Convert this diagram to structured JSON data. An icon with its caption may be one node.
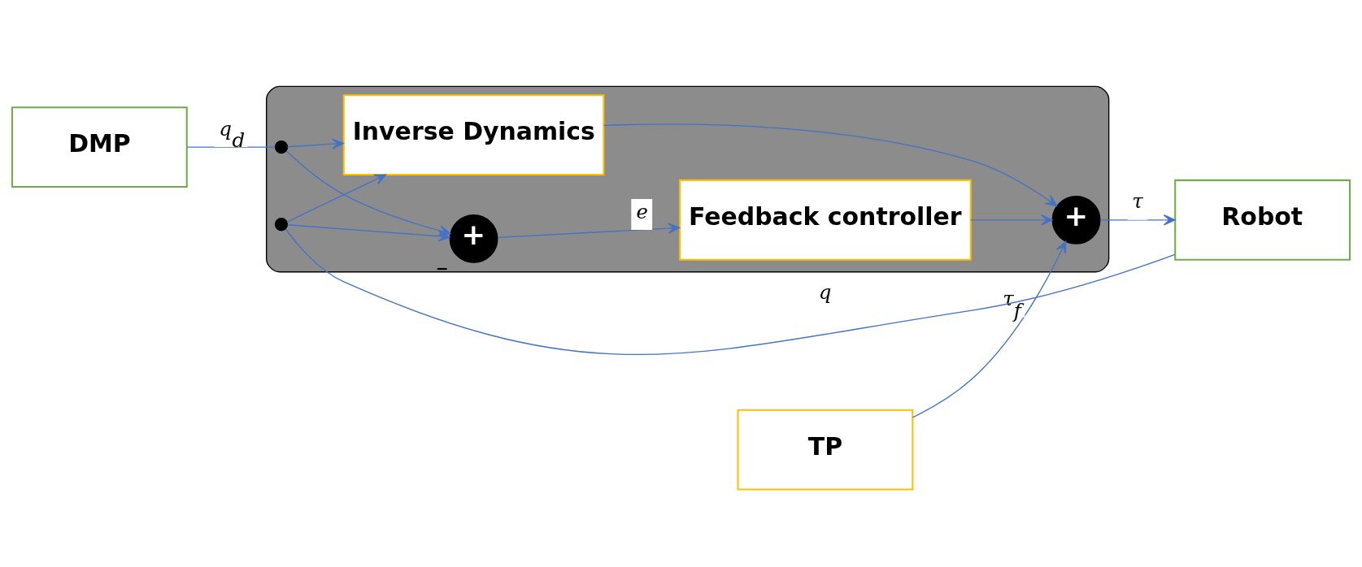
{
  "diagram": {
    "nodes": [
      {
        "text": [
          "DMP"
        ]
      },
      {
        "text": [
          "TP"
        ]
      },
      {
        "text": [],
        "shape": "box"
      },
      {
        "text": [],
        "shape": "circle",
        "in": 2
      },
      {
        "text": [
          "+"
        ],
        "beside": [
          "−"
        ],
        "in": 2
      },
      {
        "text": [
          "Feedback controller"
        ],
        "in": 2
      },
      {
        "text": [],
        "shape": "circle",
        "in": 2
      },
      {
        "text": [
          "Inverse Dynamics"
        ],
        "in": 2
      },
      {
        "text": [
          "+"
        ],
        "in": 2
      },
      {
        "text": [
          "Robot"
        ]
      }
    ],
    "edges": [
      {
        "from": 0,
        "to": 3,
        "arrow": "none",
        "label": "q$_{d}$"
      },
      {
        "from": 3,
        "to": 4,
        "arrow": "to"
      },
      {
        "from": 4,
        "to": 5,
        "arrow": "to",
        "label": "e"
      },
      {
        "from": 3,
        "to": 7,
        "arrow": "to"
      },
      {
        "from": 6,
        "to": 7,
        "arrow": "to"
      },
      {
        "from": 6,
        "to": 4,
        "arrow": "to"
      },
      {
        "from": 5,
        "to": 8,
        "arrow": "to"
      },
      {
        "from": 7,
        "to": 8,
        "arrow": "to"
      },
      {
        "from": 8,
        "to": 9,
        "arrow": "to",
        "label": "τ"
      },
      {
        "from": 9,
        "to": 6,
        "arrow": "none",
        "label": "q"
      },
      {
        "from": 1,
        "to": 8,
        "arrow": "to",
        "label": "τ$_{f}$"
      }
    ]
  }
}
